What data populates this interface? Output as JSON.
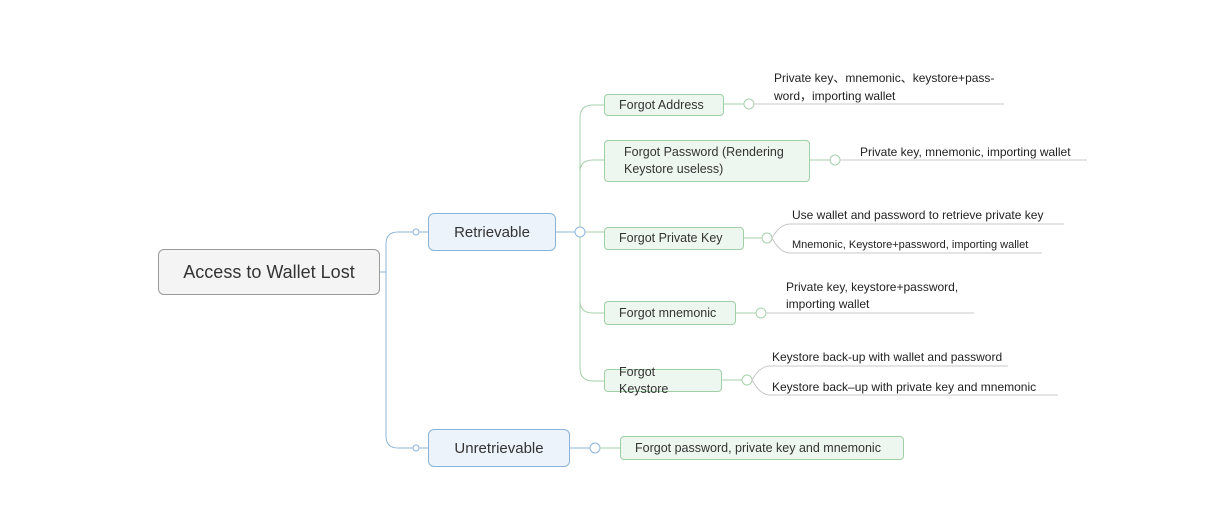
{
  "root": {
    "label": "Access to Wallet Lost"
  },
  "branches": {
    "retrievable": {
      "label": "Retrievable",
      "children": {
        "forgot_address": {
          "label": "Forgot Address",
          "details": [
            "Private key、mnemonic、keystore+pass-",
            "word，importing wallet"
          ]
        },
        "forgot_password": {
          "label_lines": [
            "Forgot Password (Rendering",
            "Keystore useless)"
          ],
          "details": [
            "Private key, mnemonic, importing wallet"
          ]
        },
        "forgot_private_key": {
          "label": "Forgot Private Key",
          "details": [
            "Use wallet and password to retrieve private key",
            "Mnemonic, Keystore+password, importing wallet"
          ]
        },
        "forgot_mnemonic": {
          "label": "Forgot mnemonic",
          "details": [
            "Private key, keystore+password,",
            "importing wallet"
          ]
        },
        "forgot_keystore": {
          "label": "Forgot Keystore",
          "details": [
            "Keystore back-up with wallet and password",
            "Keystore back–up with private key and mnemonic"
          ]
        }
      }
    },
    "unretrievable": {
      "label": "Unretrievable",
      "children": {
        "forgot_all": {
          "label": "Forgot password, private key and mnemonic"
        }
      }
    }
  },
  "colors": {
    "blue_line": "#8fb5da",
    "green_line": "#a6d1ab",
    "gray_underline": "#c8c8c8"
  }
}
